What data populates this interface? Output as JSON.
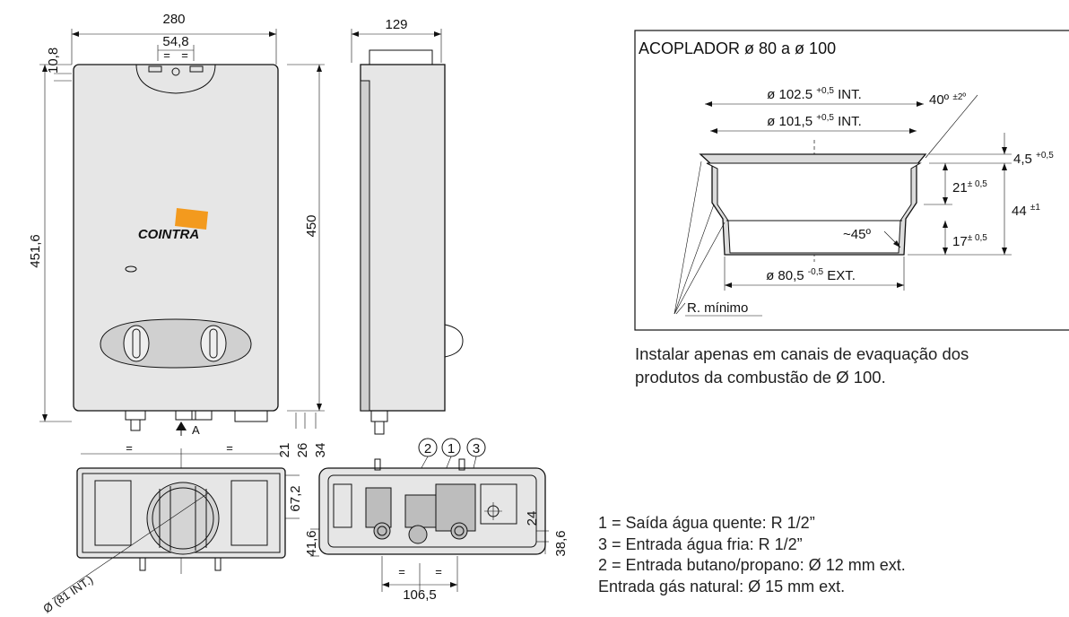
{
  "front_view": {
    "width": "280",
    "bracket_spacing": "54,8",
    "top_offset": "10,8",
    "total_height": "451,6",
    "body_height": "450",
    "brand": "COINTRA",
    "eq": "=",
    "bottom_dims": [
      "21",
      "26",
      "34"
    ],
    "view_arrow": "A"
  },
  "side_view": {
    "depth": "129"
  },
  "bottom_view": {
    "eq": "=",
    "flue_diameter": "Ø (81 INT.)",
    "dim_672": "67,2",
    "dim_416": "41,6"
  },
  "connection_view": {
    "markers": [
      "2",
      "1",
      "3"
    ],
    "dim_24": "24",
    "dim_386": "38,6",
    "dim_1065": "106,5",
    "eq": "="
  },
  "acoplador": {
    "title": "ACOPLADOR ø 80 a ø 100",
    "d_outer": {
      "main": "ø 102.5 ",
      "tol": "+0,5",
      "suffix": " INT."
    },
    "d_inner": {
      "main": "ø 101,5 ",
      "tol": "+0,5",
      "suffix": " INT."
    },
    "angle": {
      "main": "40º ",
      "tol": "±2º"
    },
    "h_top": {
      "main": "4,5 ",
      "tol": "+0,5"
    },
    "h_upper": {
      "main": "21",
      "tol": "± 0,5"
    },
    "h_total": {
      "main": "44 ",
      "tol": "±1"
    },
    "h_lower": {
      "main": "17",
      "tol": "± 0,5"
    },
    "cone_angle": "~45º",
    "d_ext": {
      "main": "ø 80,5 ",
      "tol": "-0,5",
      "suffix": " EXT."
    },
    "radius_label": "R. mínimo"
  },
  "notes": {
    "evac_line1": "Instalar apenas em canais de evaquação dos",
    "evac_line2": "produtos da combustão de Ø 100."
  },
  "legend": [
    "1 = Saída água quente: R 1/2”",
    "3 = Entrada água fria: R 1/2”",
    "2 = Entrada butano/propano: Ø 12 mm ext.",
    "Entrada gás natural: Ø 15 mm ext."
  ],
  "colors": {
    "brand_orange": "#f39a1e"
  }
}
